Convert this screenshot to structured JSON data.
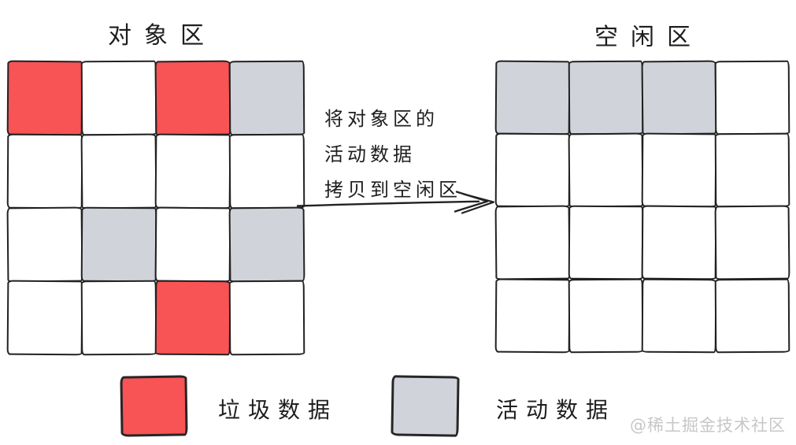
{
  "object_area": {
    "title": "对象区",
    "rows": 4,
    "cols": 4,
    "cells": [
      [
        "garbage",
        "free",
        "garbage",
        "active"
      ],
      [
        "free",
        "free",
        "free",
        "free"
      ],
      [
        "free",
        "active",
        "free",
        "active"
      ],
      [
        "free",
        "free",
        "garbage",
        "free"
      ]
    ]
  },
  "free_area": {
    "title": "空闲区",
    "rows": 4,
    "cols": 4,
    "cells": [
      [
        "active",
        "active",
        "active",
        "free"
      ],
      [
        "free",
        "free",
        "free",
        "free"
      ],
      [
        "free",
        "free",
        "free",
        "free"
      ],
      [
        "free",
        "free",
        "free",
        "free"
      ]
    ]
  },
  "arrow": {
    "label_lines": [
      "将对象区的",
      "活动数据",
      "拷贝到空闲区"
    ],
    "direction": "right"
  },
  "legend": [
    {
      "key": "garbage",
      "label": "垃圾数据",
      "color": "#f85355"
    },
    {
      "key": "active",
      "label": "活动数据",
      "color": "#d0d4da"
    }
  ],
  "watermark": "@稀土掘金技术社区",
  "colors": {
    "garbage": "#f85355",
    "active": "#d0d4da",
    "free": "#ffffff",
    "stroke": "#212121",
    "watermark": "#c7c7c7"
  }
}
